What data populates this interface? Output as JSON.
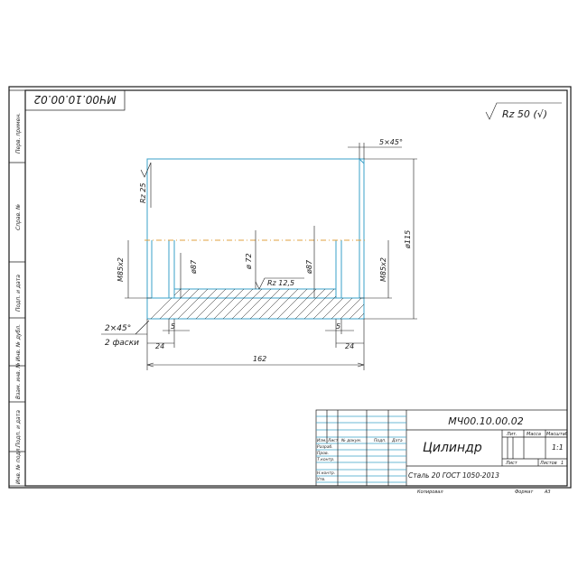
{
  "drawing": {
    "code_mirror": "МЧ00.10.00.02",
    "general_roughness": "Rz 50 (√)",
    "chamfer_top": "5×45°",
    "roughness_face": "Rz 25",
    "roughness_bore": "Rz 12,5",
    "thread_left": "M85x2",
    "thread_right": "M85x2",
    "dia_left_bore": "ø87",
    "dia_center": "ø 72",
    "dia_right_bore": "ø87",
    "dia_outer": "ø115",
    "chamfer_note_1": "2×45°",
    "chamfer_note_2": "2 фаски",
    "dim_5_left": "5",
    "dim_5_right": "5",
    "dim_24_left": "24",
    "dim_24_right": "24",
    "dim_length": "162"
  },
  "sidebar": {
    "labels": [
      "Перв. примен.",
      "Справ. №",
      "Подп. и дата",
      "Инв. № дубл.",
      "Взам. инв. №",
      "Подп. и дата",
      "Инв. № подл."
    ]
  },
  "title_block": {
    "code": "МЧ00.10.00.02",
    "name": "Цилиндр",
    "material": "Сталь 20  ГОСТ 1050-2013",
    "col_lit": "Лит.",
    "col_mass": "Масса",
    "col_scale": "Масштаб",
    "scale_value": "1:1",
    "sheet_label": "Лист",
    "sheets_label": "Листов",
    "sheets_value": "1",
    "row_headers": [
      "Изм.",
      "Лист",
      "№ докум.",
      "Подп.",
      "Дата"
    ],
    "roles": [
      "Разраб.",
      "Пров.",
      "Т.контр.",
      "Н.контр.",
      "Утв."
    ],
    "copied": "Копировал",
    "format": "Формат",
    "format_value": "А3"
  }
}
